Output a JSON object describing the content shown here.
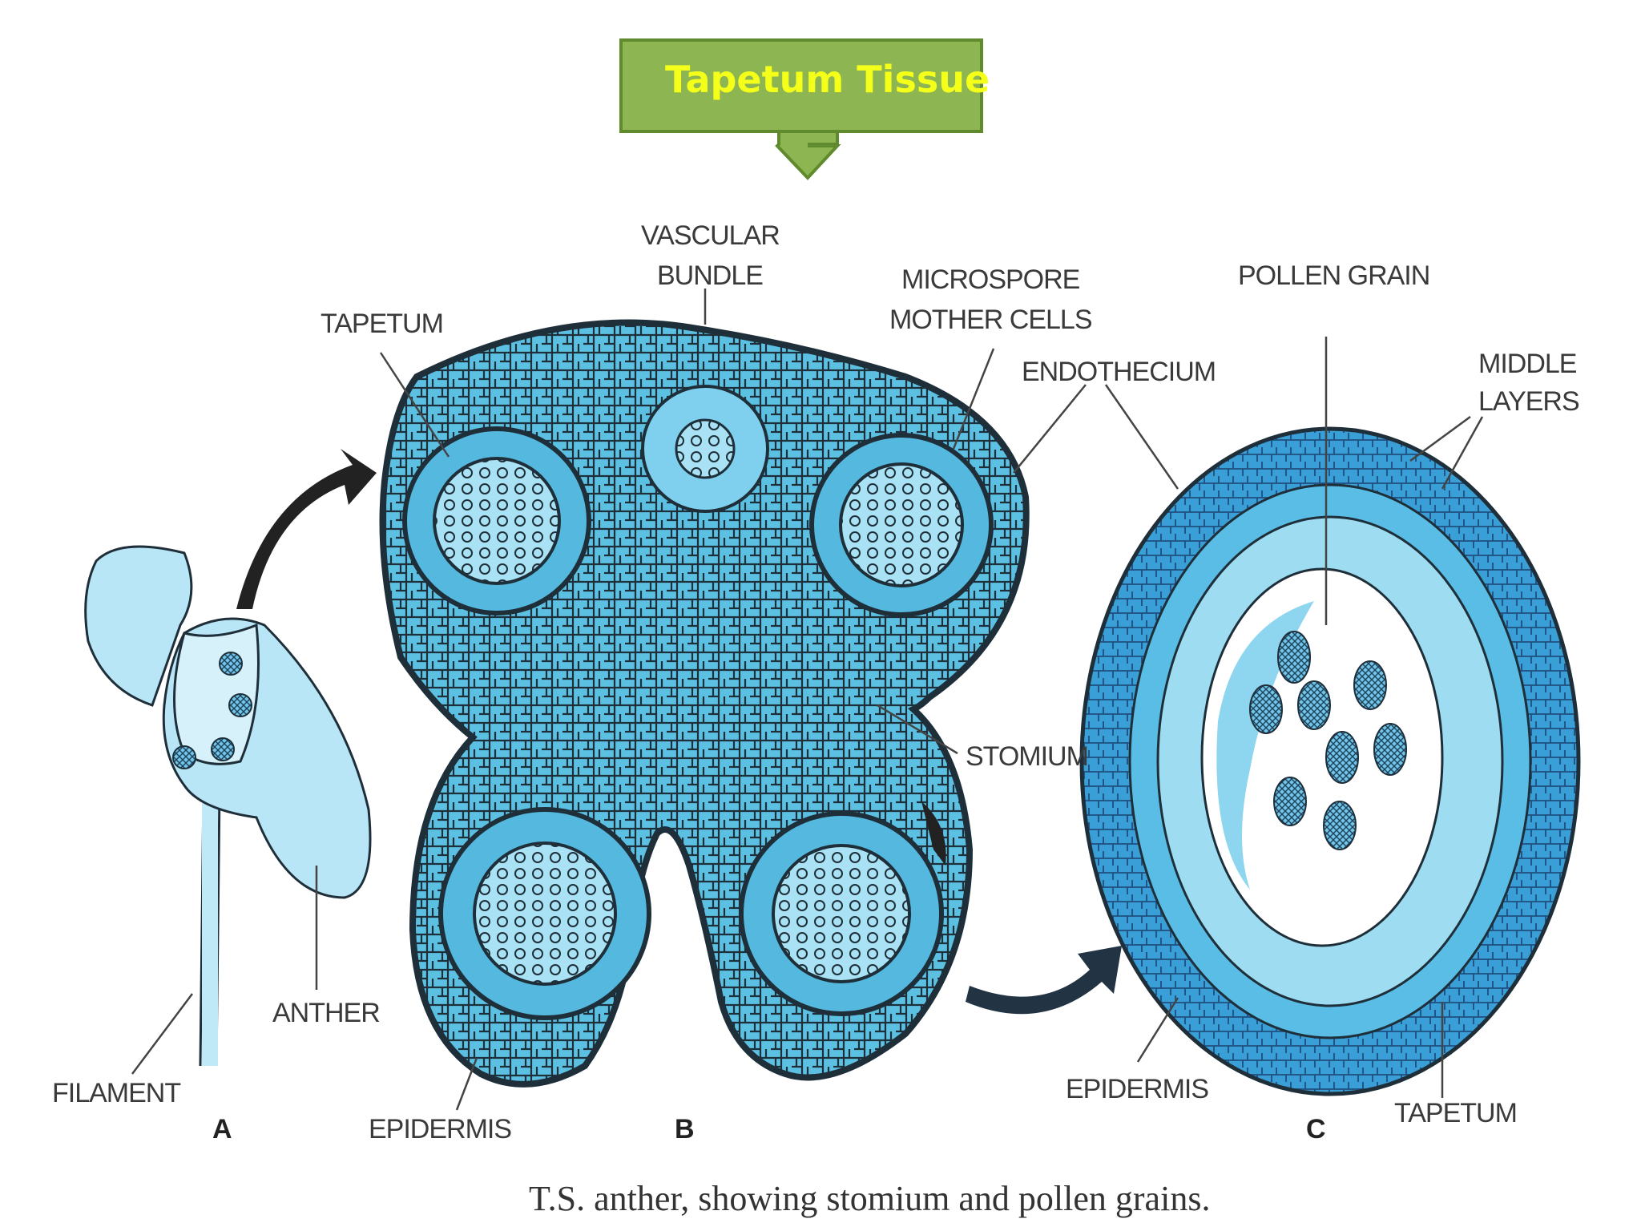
{
  "callout": {
    "text": "Tapetum Tissue",
    "fill": "#8db552",
    "border": "#5f8a2d",
    "text_color": "#f4ff1a"
  },
  "colors": {
    "tissue": "#4fb6dc",
    "tissue_light": "#8ed6ef",
    "tissue_dark": "#2a86bf",
    "outline": "#1f2f3a"
  },
  "labels": {
    "vascular_1": "VASCULAR",
    "vascular_2": "BUNDLE",
    "microspore_1": "MICROSPORE",
    "microspore_2": "MOTHER CELLS",
    "tapetum_b": "TAPETUM",
    "endothecium": "ENDOTHECIUM",
    "pollen_grain": "POLLEN GRAIN",
    "middle_1": "MIDDLE",
    "middle_2": "LAYERS",
    "stomium": "STOMIUM",
    "anther": "ANTHER",
    "filament": "FILAMENT",
    "epidermis_b": "EPIDERMIS",
    "epidermis_c": "EPIDERMIS",
    "tapetum_c": "TAPETUM"
  },
  "panels": {
    "a": "A",
    "b": "B",
    "c": "C"
  },
  "caption": "T.S. anther, showing stomium and pollen grains."
}
